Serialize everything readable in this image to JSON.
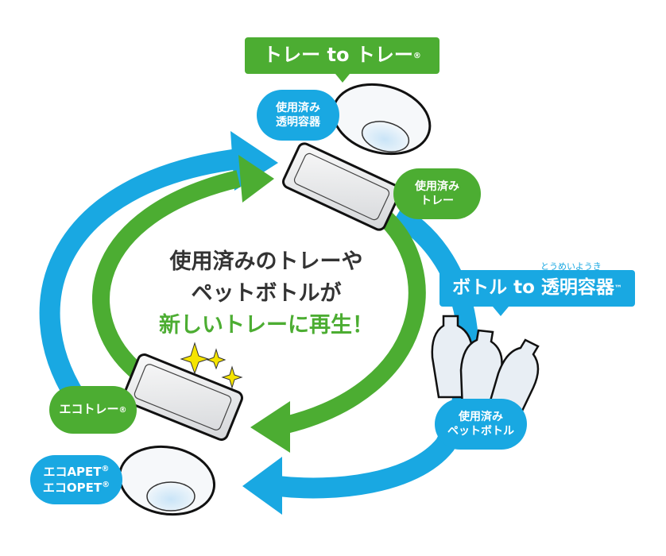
{
  "colors": {
    "green": "#4cad32",
    "blue": "#19a8e2",
    "text": "#333333"
  },
  "center": {
    "line1": "使用済みのトレーや",
    "line2": "ペットボトルが",
    "line3": "新しいトレーに再生！"
  },
  "banners": {
    "tray_to_tray": {
      "text": "トレー to トレー",
      "mark": "®"
    },
    "bottle_to_container": {
      "text": "ボトル to 透明容器",
      "mark": "™",
      "ruby": "とうめいようき"
    }
  },
  "labels": {
    "used_container": [
      "使用済み",
      "透明容器"
    ],
    "used_tray": [
      "使用済み",
      "トレー"
    ],
    "used_bottle": [
      "使用済み",
      "ペットボトル"
    ],
    "eco_tray": {
      "text": "エコトレー",
      "mark": "®"
    },
    "eco_apet": {
      "text": "エコAPET",
      "mark": "®"
    },
    "eco_opet": {
      "text": "エコOPET",
      "mark": "®"
    }
  }
}
